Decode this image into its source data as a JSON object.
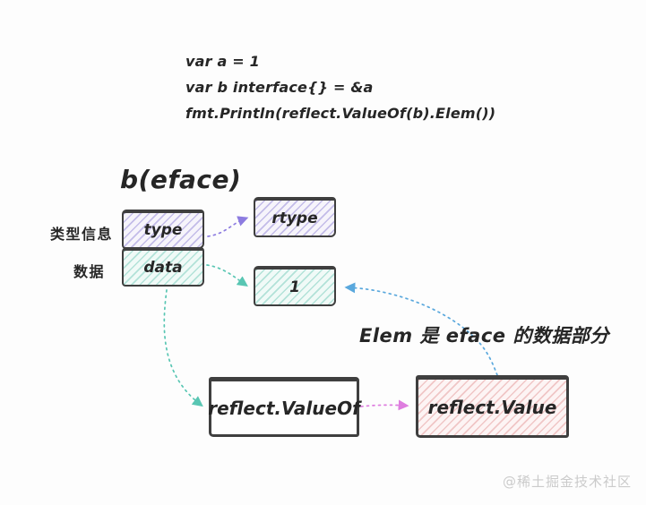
{
  "code": {
    "lines": [
      "var a = 1",
      "var b interface{} = &a",
      "fmt.Println(reflect.ValueOf(b).Elem())"
    ]
  },
  "diagram": {
    "title": "b(eface)",
    "labels": {
      "type_info": "类型信息",
      "data": "数据"
    },
    "eface_fields": {
      "type": "type",
      "data": "data"
    },
    "boxes": {
      "rtype": "rtype",
      "value": "1",
      "value_of": "reflect.ValueOf",
      "reflect_value": "reflect.Value"
    },
    "annotation": "Elem 是 eface 的数据部分"
  },
  "watermark": "@稀土掘金技术社区",
  "colors": {
    "canvas_bg": "#fdfdfd",
    "border": "#3f3f3f",
    "text": "#262626",
    "purple_hatch": "#c3bce8",
    "purple_bg": "#f6f4fb",
    "teal_hatch": "#b2e2d8",
    "teal_bg": "#f0faf7",
    "red_hatch": "#f0c6c6",
    "red_bg": "#fdf4f4",
    "arrow_purple": "#8d7ce0",
    "arrow_teal": "#59c6b3",
    "arrow_magenta": "#de7ddf",
    "arrow_blue": "#5aa8dd",
    "watermark": "#cbcbcb"
  }
}
